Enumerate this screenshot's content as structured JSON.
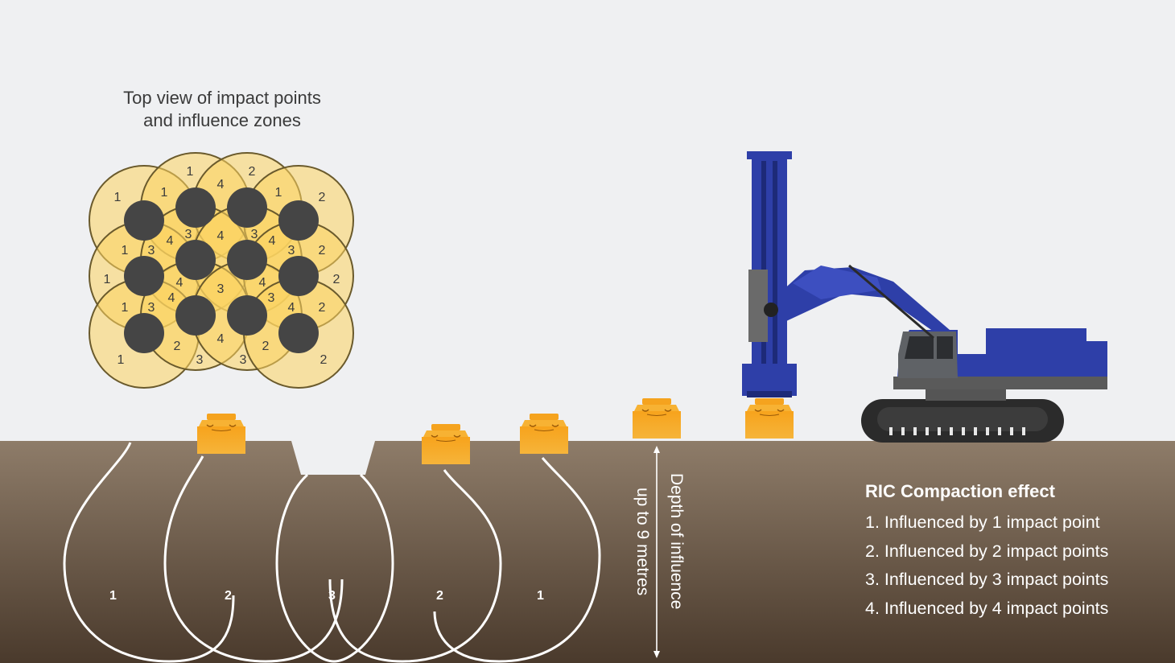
{
  "top_view": {
    "title_line1": "Top view of impact points",
    "title_line2": "and influence zones",
    "outer_numbers": [
      "1",
      "1",
      "2",
      "2",
      "1",
      "1",
      "2",
      "2",
      "1",
      "1",
      "2",
      "2",
      "1",
      "1",
      "2",
      "2"
    ],
    "inner_numbers": [
      "3",
      "4",
      "3",
      "4",
      "3",
      "4",
      "3",
      "4",
      "3",
      "4",
      "3",
      "4",
      "3",
      "4",
      "3",
      "4",
      "3",
      "4"
    ]
  },
  "cross_section": {
    "zone_labels": [
      "1",
      "2",
      "3",
      "2",
      "1"
    ],
    "depth_label_line1": "Depth of influence",
    "depth_label_line2": "up to 9 metres"
  },
  "legend": {
    "title": "RIC Compaction effect",
    "items": [
      "1.  Influenced by 1 impact point",
      "2.  Influenced by 2 impact points",
      "3.  Influenced by 3 impact points",
      "4.  Influenced by 4 impact points"
    ]
  },
  "colors": {
    "background": "#eff0f2",
    "ground_top": "#8e7c69",
    "ground_bottom": "#4a3a2c",
    "zone_yellow": "#fbd360",
    "impact_dark": "#454545",
    "foot_orange": "#f5a01e",
    "machine_blue": "#2e3fa8",
    "line_white": "#ffffff"
  }
}
